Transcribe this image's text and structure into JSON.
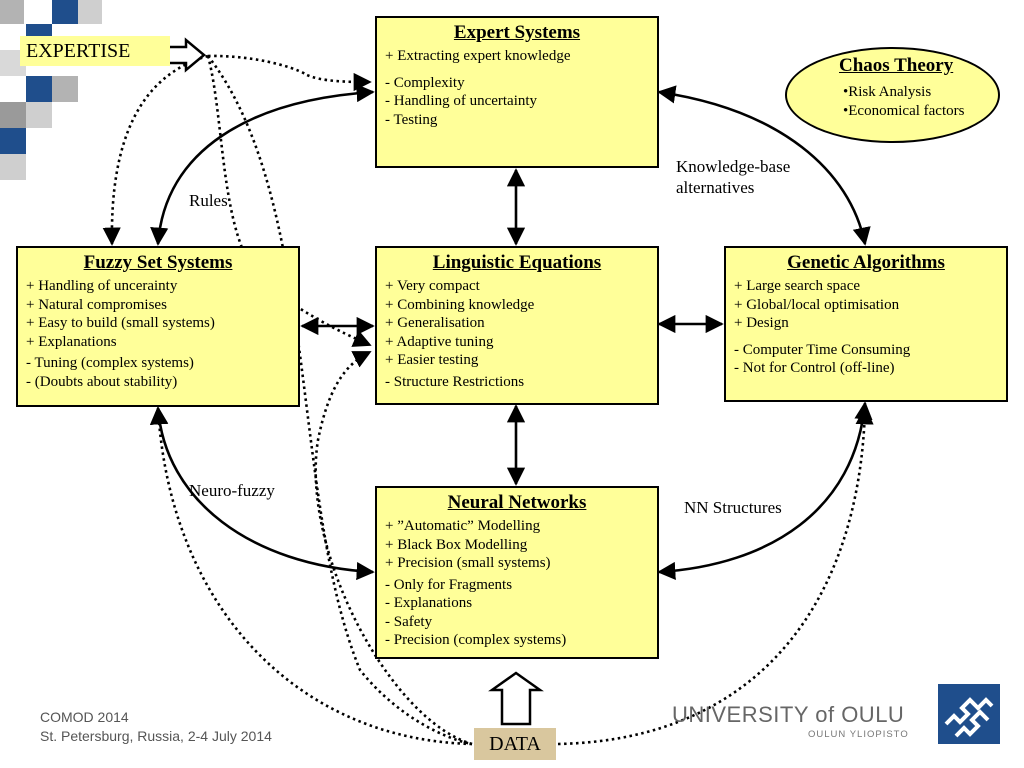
{
  "expertise_label": "EXPERTISE",
  "data_label": "DATA",
  "boxes": {
    "expert": {
      "title": "Expert Systems",
      "lines": [
        "+ Extracting expert knowledge",
        "- Complexity",
        "- Handling of uncertainty",
        "- Testing"
      ]
    },
    "fuzzy": {
      "title": "Fuzzy Set Systems",
      "lines": [
        "+ Handling of unceraint​y",
        "+ Natural compromises",
        "+ Easy to build (small systems)",
        "+ Explanations",
        "- Tuning (complex systems)",
        "- (Doubts about stability)"
      ]
    },
    "linguistic": {
      "title": "Linguistic Equations",
      "lines": [
        "+ Very compact",
        "+ Combining knowledge",
        "+ Generalisation",
        "+ Adaptive tuning",
        "+ Easier testing",
        "- Structure Restrictions"
      ]
    },
    "genetic": {
      "title": "Genetic Algorithms",
      "lines": [
        "+ Large search space",
        "+ Global/local optimisation",
        "+ Design",
        "- Computer Time Consuming",
        "- Not for Control (off-line)"
      ]
    },
    "neural": {
      "title": "Neural Networks",
      "lines": [
        "+ ”Automatic” Modelling",
        "+ Black Box Modelling",
        "+ Precision (small systems)",
        "- Only for Fragments",
        "- Explanations",
        "- Safety",
        "- Precision (complex systems)"
      ]
    }
  },
  "chaos": {
    "title": "Chaos Theory",
    "items": [
      "•Risk Analysis",
      "•Economical factors"
    ]
  },
  "edge_labels": {
    "rules": "Rules",
    "kb_line1": "Knowledge-base",
    "kb_line2": "alternatives",
    "neuro_fuzzy": "Neuro-fuzzy",
    "nn_structures": "NN Structures"
  },
  "footer": {
    "line1": "COMOD 2014",
    "line2": "St. Petersburg, Russia, 2-4 July 2014"
  },
  "university": {
    "name": "UNIVERSITY of OULU",
    "sub": "OULUN YLIOPISTO"
  },
  "colors": {
    "box_fill": "#ffff99",
    "data_fill": "#d9c79e",
    "navy": "#1f4e8c",
    "grey_square": "#b3b3b3"
  }
}
